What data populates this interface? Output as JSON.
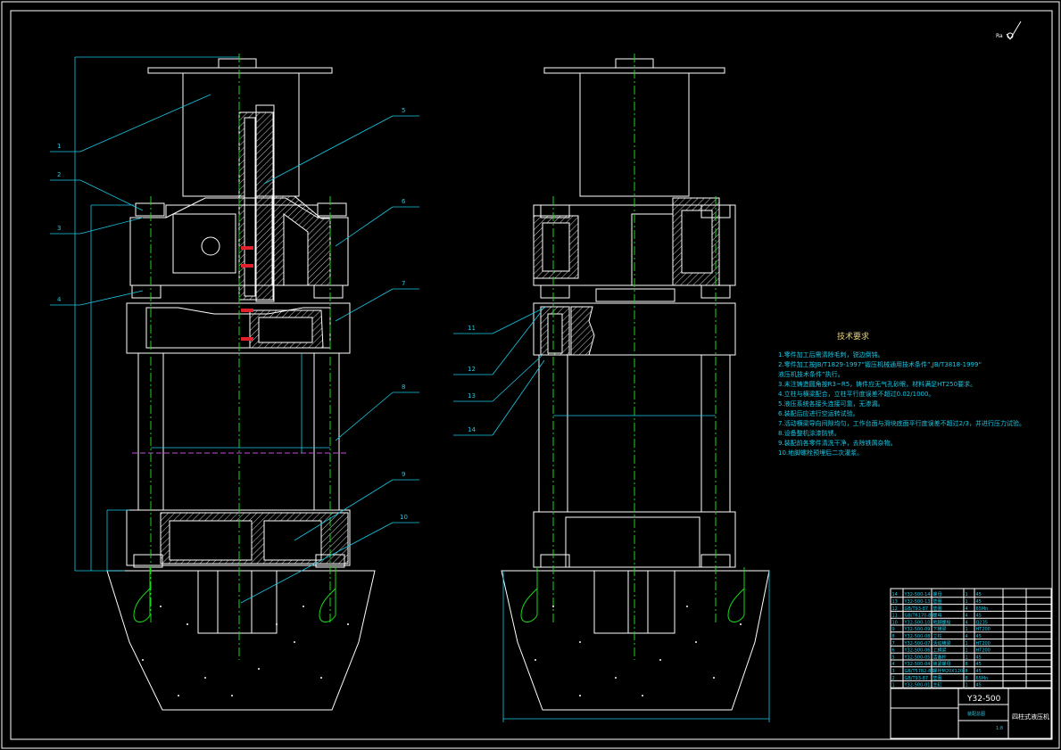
{
  "drawing": {
    "tech_req_title": "技术要求",
    "tech_req": [
      "1.零件加工后需清除毛刺，锐边倒钝。",
      "2.零件加工按JB/T1829-1997“锻压机械通用技术条件”,JB/T3818-1999“",
      "液压机技术条件”执行。",
      "3.未注铸造圆角按R3~R5，铸件应无气孔砂眼，材料满足HT250要求。",
      "4.立柱与横梁配合，立柱平行度误差不超过0.02/1000。",
      "5.液压系统各接头连接可靠，无渗漏。",
      "6.装配后应进行空运转试验。",
      "7.活动横梁导向间隙均匀，工作台面与滑块底面平行度误差不超过2/3，并进行压力试验。",
      "8.设备整机涂漆防锈。",
      "9.装配前各零件清洗干净，去除铁屑杂物。",
      "10.地脚螺栓预埋后二次灌浆。"
    ],
    "callouts_left": [
      "1",
      "2",
      "3",
      "4",
      "5",
      "6",
      "7",
      "8",
      "9",
      "10"
    ],
    "callouts_mid": [
      "11",
      "12",
      "13",
      "14"
    ],
    "roughness_symbol": "Ra",
    "model": "Y32-500",
    "subtitle": "四柱式液压机",
    "assembly_name": "装配总图",
    "scale": "1:8",
    "bom": [
      [
        "14",
        "Y32-500-14",
        "螺母",
        "1",
        "45",
        ""
      ],
      [
        "13",
        "Y32-500-13",
        "垫圈",
        "1",
        "45",
        ""
      ],
      [
        "12",
        "GB/T93-87",
        "垫圈",
        "4",
        "65Mn",
        ""
      ],
      [
        "11",
        "GB/T6170-86",
        "螺母",
        "4",
        "45",
        ""
      ],
      [
        "10",
        "Y32-500-10",
        "地脚螺栓",
        "4",
        "Q235",
        ""
      ],
      [
        "9",
        "Y32-500-09",
        "下横梁",
        "1",
        "HT200",
        ""
      ],
      [
        "8",
        "Y32-500-08",
        "立柱",
        "4",
        "45",
        ""
      ],
      [
        "7",
        "Y32-500-07",
        "活动横梁",
        "1",
        "HT200",
        ""
      ],
      [
        "6",
        "Y32-500-06",
        "上横梁",
        "1",
        "HT200",
        ""
      ],
      [
        "5",
        "Y32-500-05",
        "活塞杆",
        "1",
        "45",
        ""
      ],
      [
        "4",
        "Y32-500-04",
        "锁紧螺母",
        "8",
        "45",
        ""
      ],
      [
        "3",
        "GB/T5782-86",
        "螺栓M20X120",
        "8",
        "45",
        ""
      ],
      [
        "2",
        "GB/T93-87",
        "垫圈",
        "8",
        "65Mn",
        ""
      ],
      [
        "1",
        "Y32-500-01",
        "主缸",
        "1",
        "45",
        ""
      ]
    ]
  }
}
